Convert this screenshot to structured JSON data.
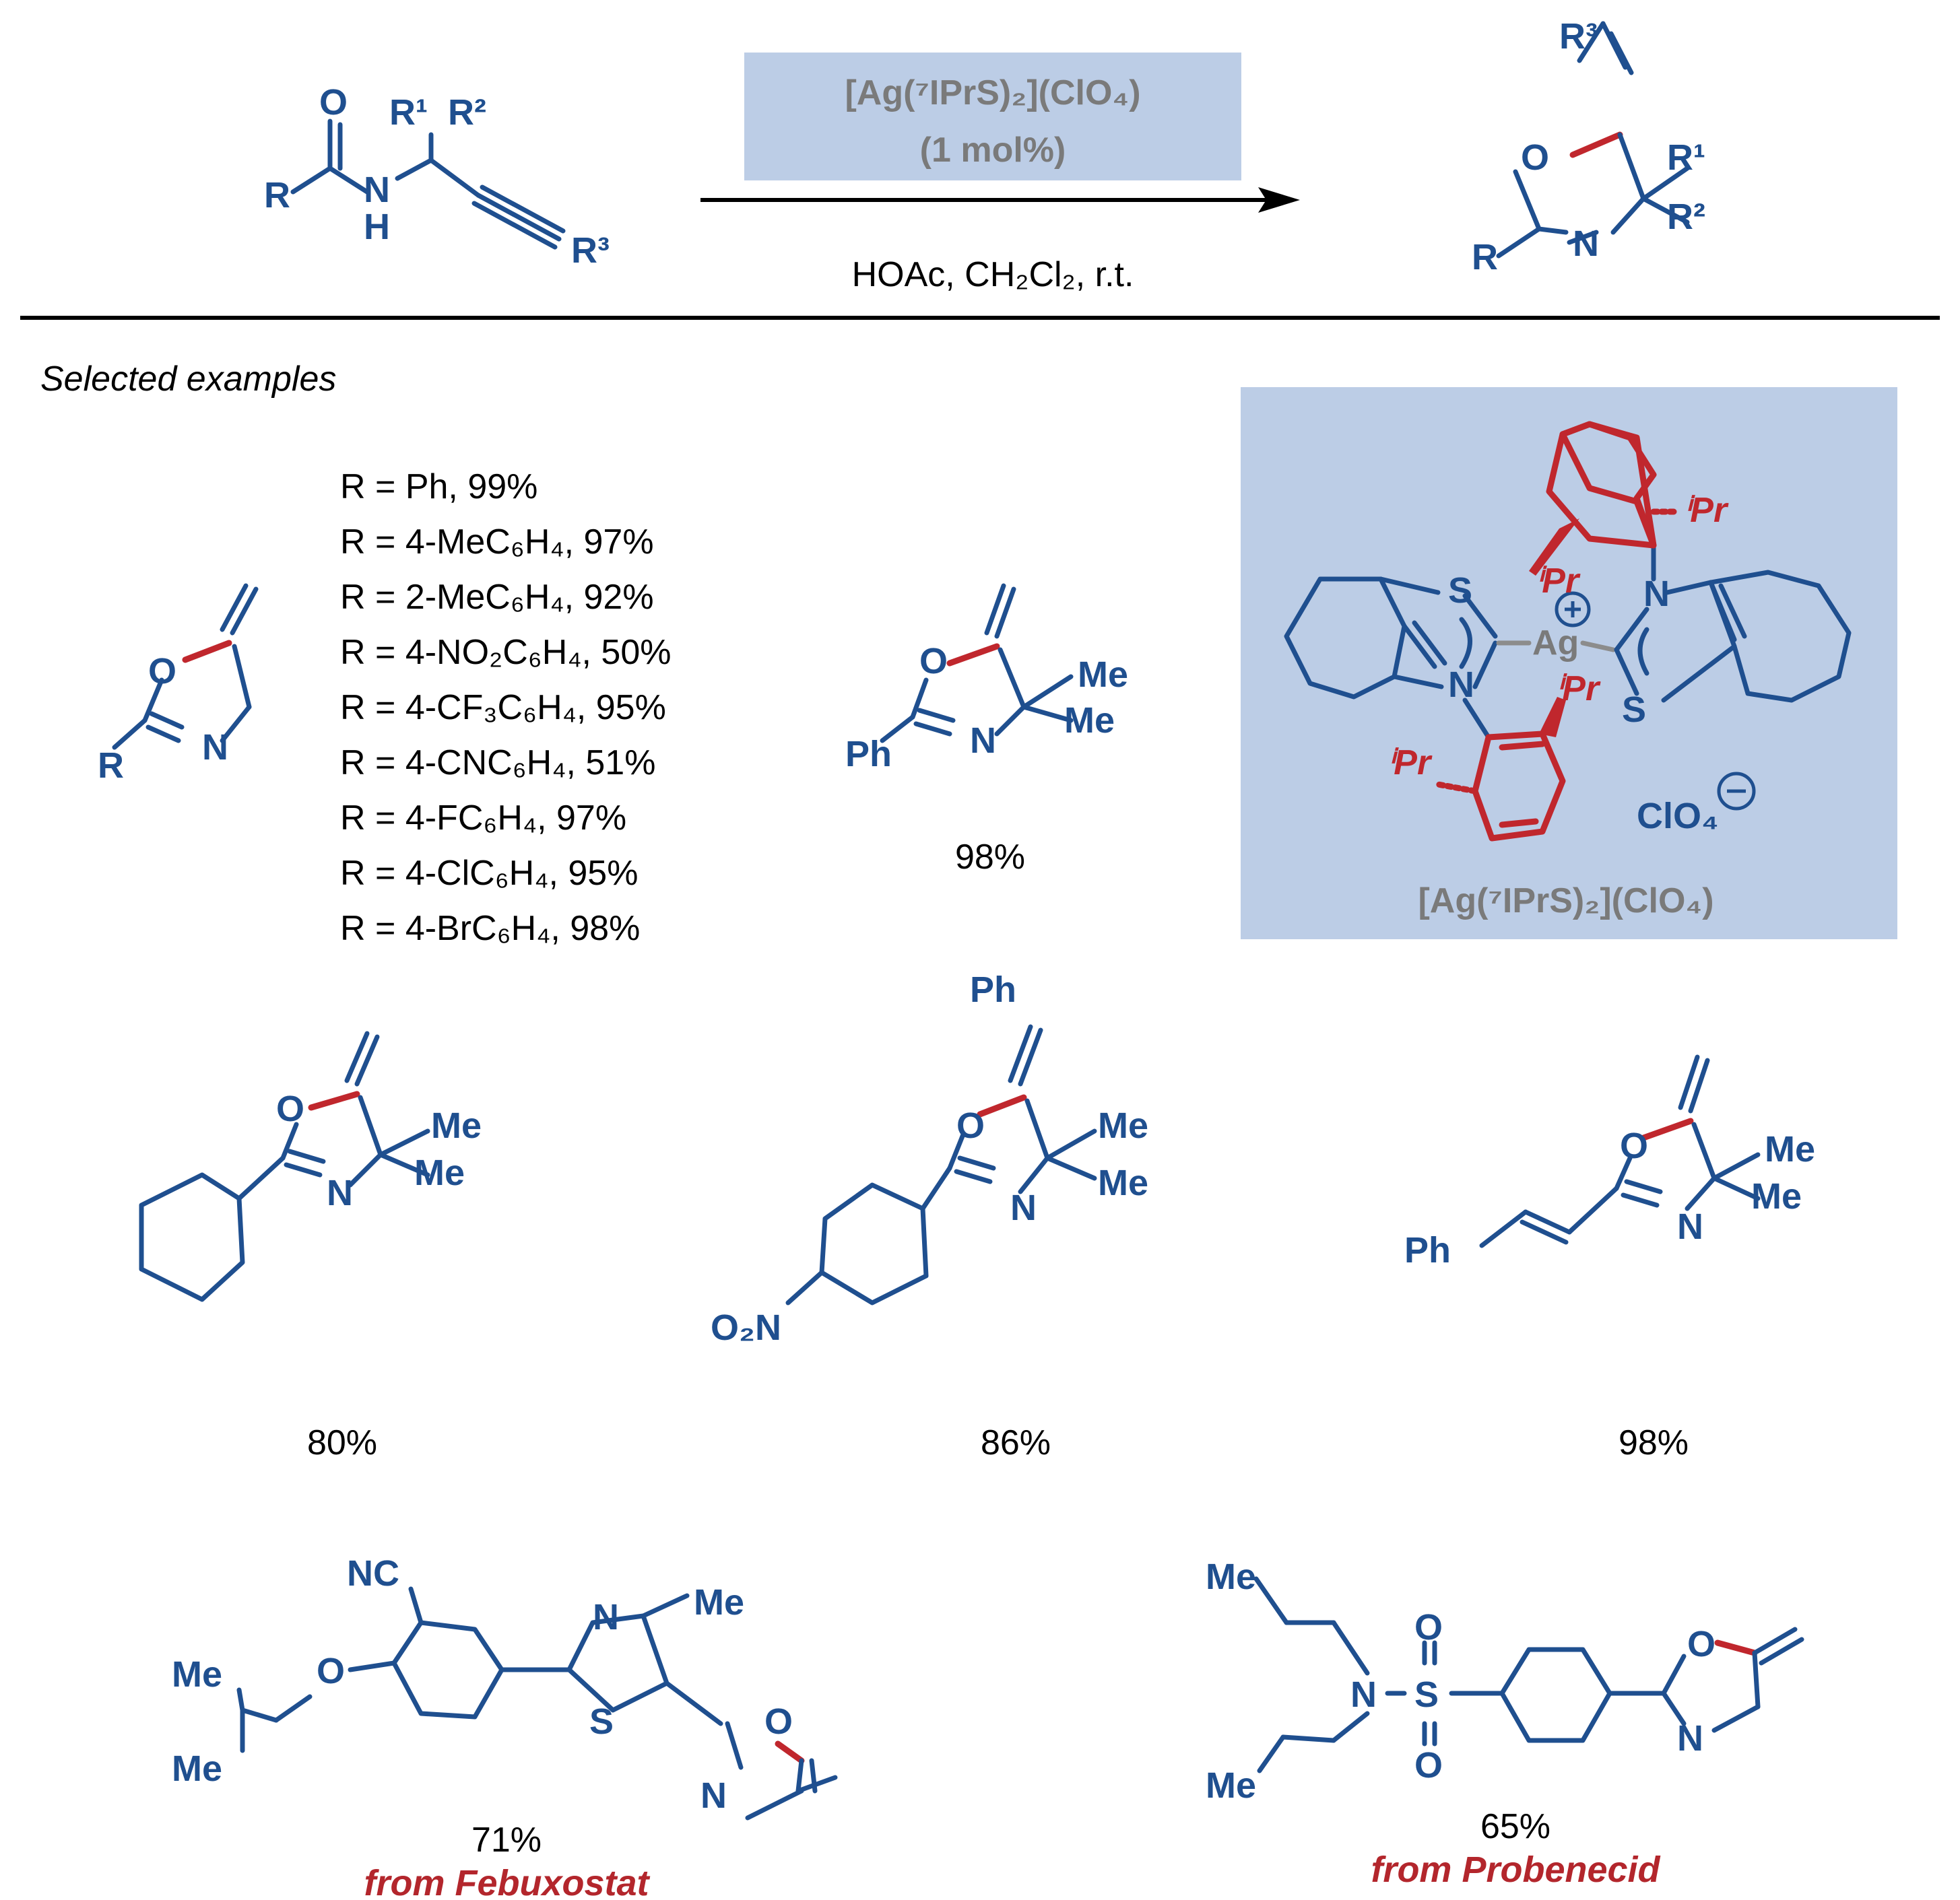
{
  "reaction": {
    "catalyst_label": "[Ag(⁷IPrS)₂](ClO₄)",
    "catalyst_loading": "(1 mol%)",
    "conditions": "HOAc, CH₂Cl₂, r.t.",
    "reactant_labels": [
      "R",
      "O",
      "N",
      "H",
      "R¹",
      "R²",
      "R³"
    ],
    "product_labels": [
      "R³",
      "O",
      "R¹",
      "R²",
      "N",
      "R"
    ]
  },
  "selected_examples_heading": "Selected examples",
  "aryl_series": [
    "R = Ph, 99%",
    "R = 4-MeC₆H₄, 97%",
    "R = 2-MeC₆H₄, 92%",
    "R = 4-NO₂C₆H₄, 50%",
    "R = 4-CF₃C₆H₄, 95%",
    "R = 4-CNC₆H₄, 51%",
    "R = 4-FC₆H₄, 97%",
    "R = 4-ClC₆H₄, 95%",
    "R = 4-BrC₆H₄, 98%"
  ],
  "examples": {
    "dimethyl_ph": {
      "yield": "98%"
    },
    "cyclohexyl": {
      "yield": "80%"
    },
    "benzylidene_nitrophenyl": {
      "yield": "86%"
    },
    "styryl": {
      "yield": "98%"
    },
    "febuxostat": {
      "yield": "71%",
      "source": "from Febuxostat"
    },
    "probenecid": {
      "yield": "65%",
      "source": "from Probenecid"
    }
  },
  "catalyst_panel": {
    "caption": "[Ag(⁷IPrS)₂](ClO₄)",
    "counterion": "ClO₄",
    "metal": "Ag"
  },
  "colors": {
    "bond": "#1f4f8f",
    "new_bond": "#c0272d",
    "panel": "#bccde6",
    "source_text": "#b3262c"
  }
}
